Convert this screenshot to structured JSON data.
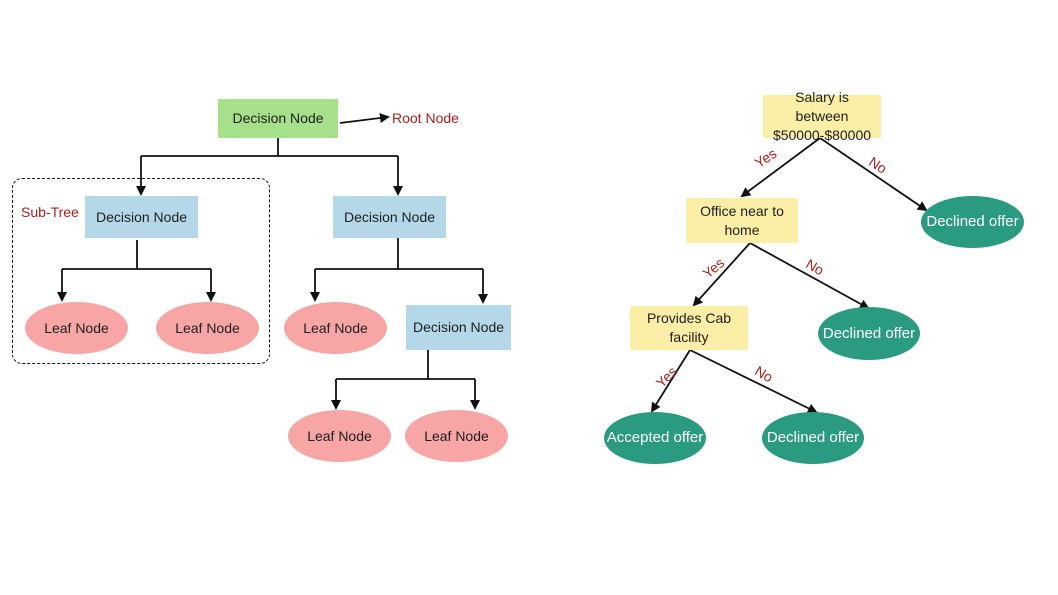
{
  "left_tree": {
    "root": "Decision Node",
    "root_label": "Root Node",
    "subtree_label": "Sub-Tree",
    "sub_decision_left": "Decision Node",
    "sub_decision_right": "Decision Node",
    "lower_decision": "Decision Node",
    "leaf_label": "Leaf Node"
  },
  "right_tree": {
    "root": "Salary is between $50000-$80000",
    "node_office": "Office near to home",
    "node_cab": "Provides Cab facility",
    "declined_offer": "Declined offer",
    "accepted_offer": "Accepted offer",
    "edge_yes": "Yes",
    "edge_no": "No"
  },
  "colors": {
    "root_node": "#a6e08a",
    "decision_node": "#b5d8e8",
    "question_node": "#fbeea6",
    "leaf_node": "#f7a5a5",
    "outcome_node": "#2a9a80",
    "label_red": "#b01e1e"
  }
}
